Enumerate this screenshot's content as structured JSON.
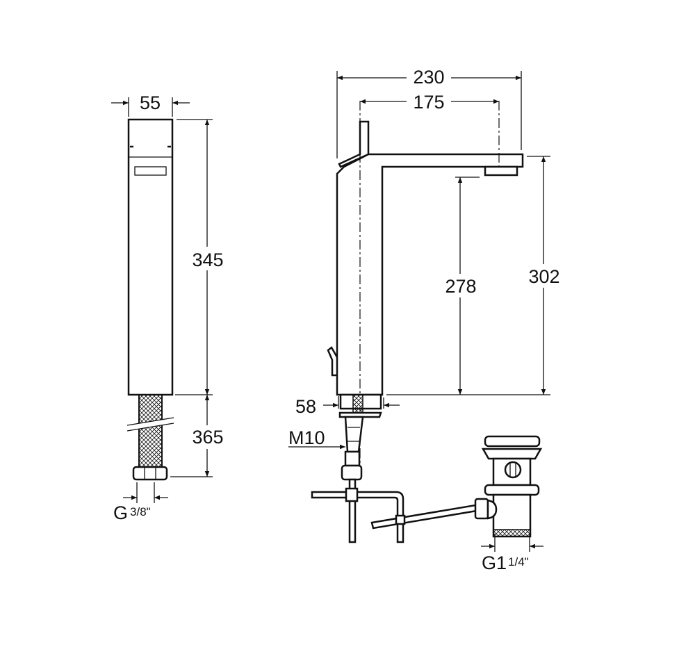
{
  "title": "Basin mixer technical drawing",
  "side_view": {
    "width_label": "55",
    "body_height_label": "345",
    "hose_length_label": "365",
    "connection_label_main": "G",
    "connection_label_fraction": "3/8\""
  },
  "front_view": {
    "total_reach_label": "230",
    "spout_reach_label": "175",
    "outlet_height_label": "278",
    "total_height_label": "302",
    "base_diameter_label": "58",
    "thread_label": "M10"
  },
  "waste": {
    "connection_label_main": "G1",
    "connection_label_fraction": "1/4\""
  },
  "colors": {
    "line": "#111111",
    "background": "#ffffff"
  }
}
